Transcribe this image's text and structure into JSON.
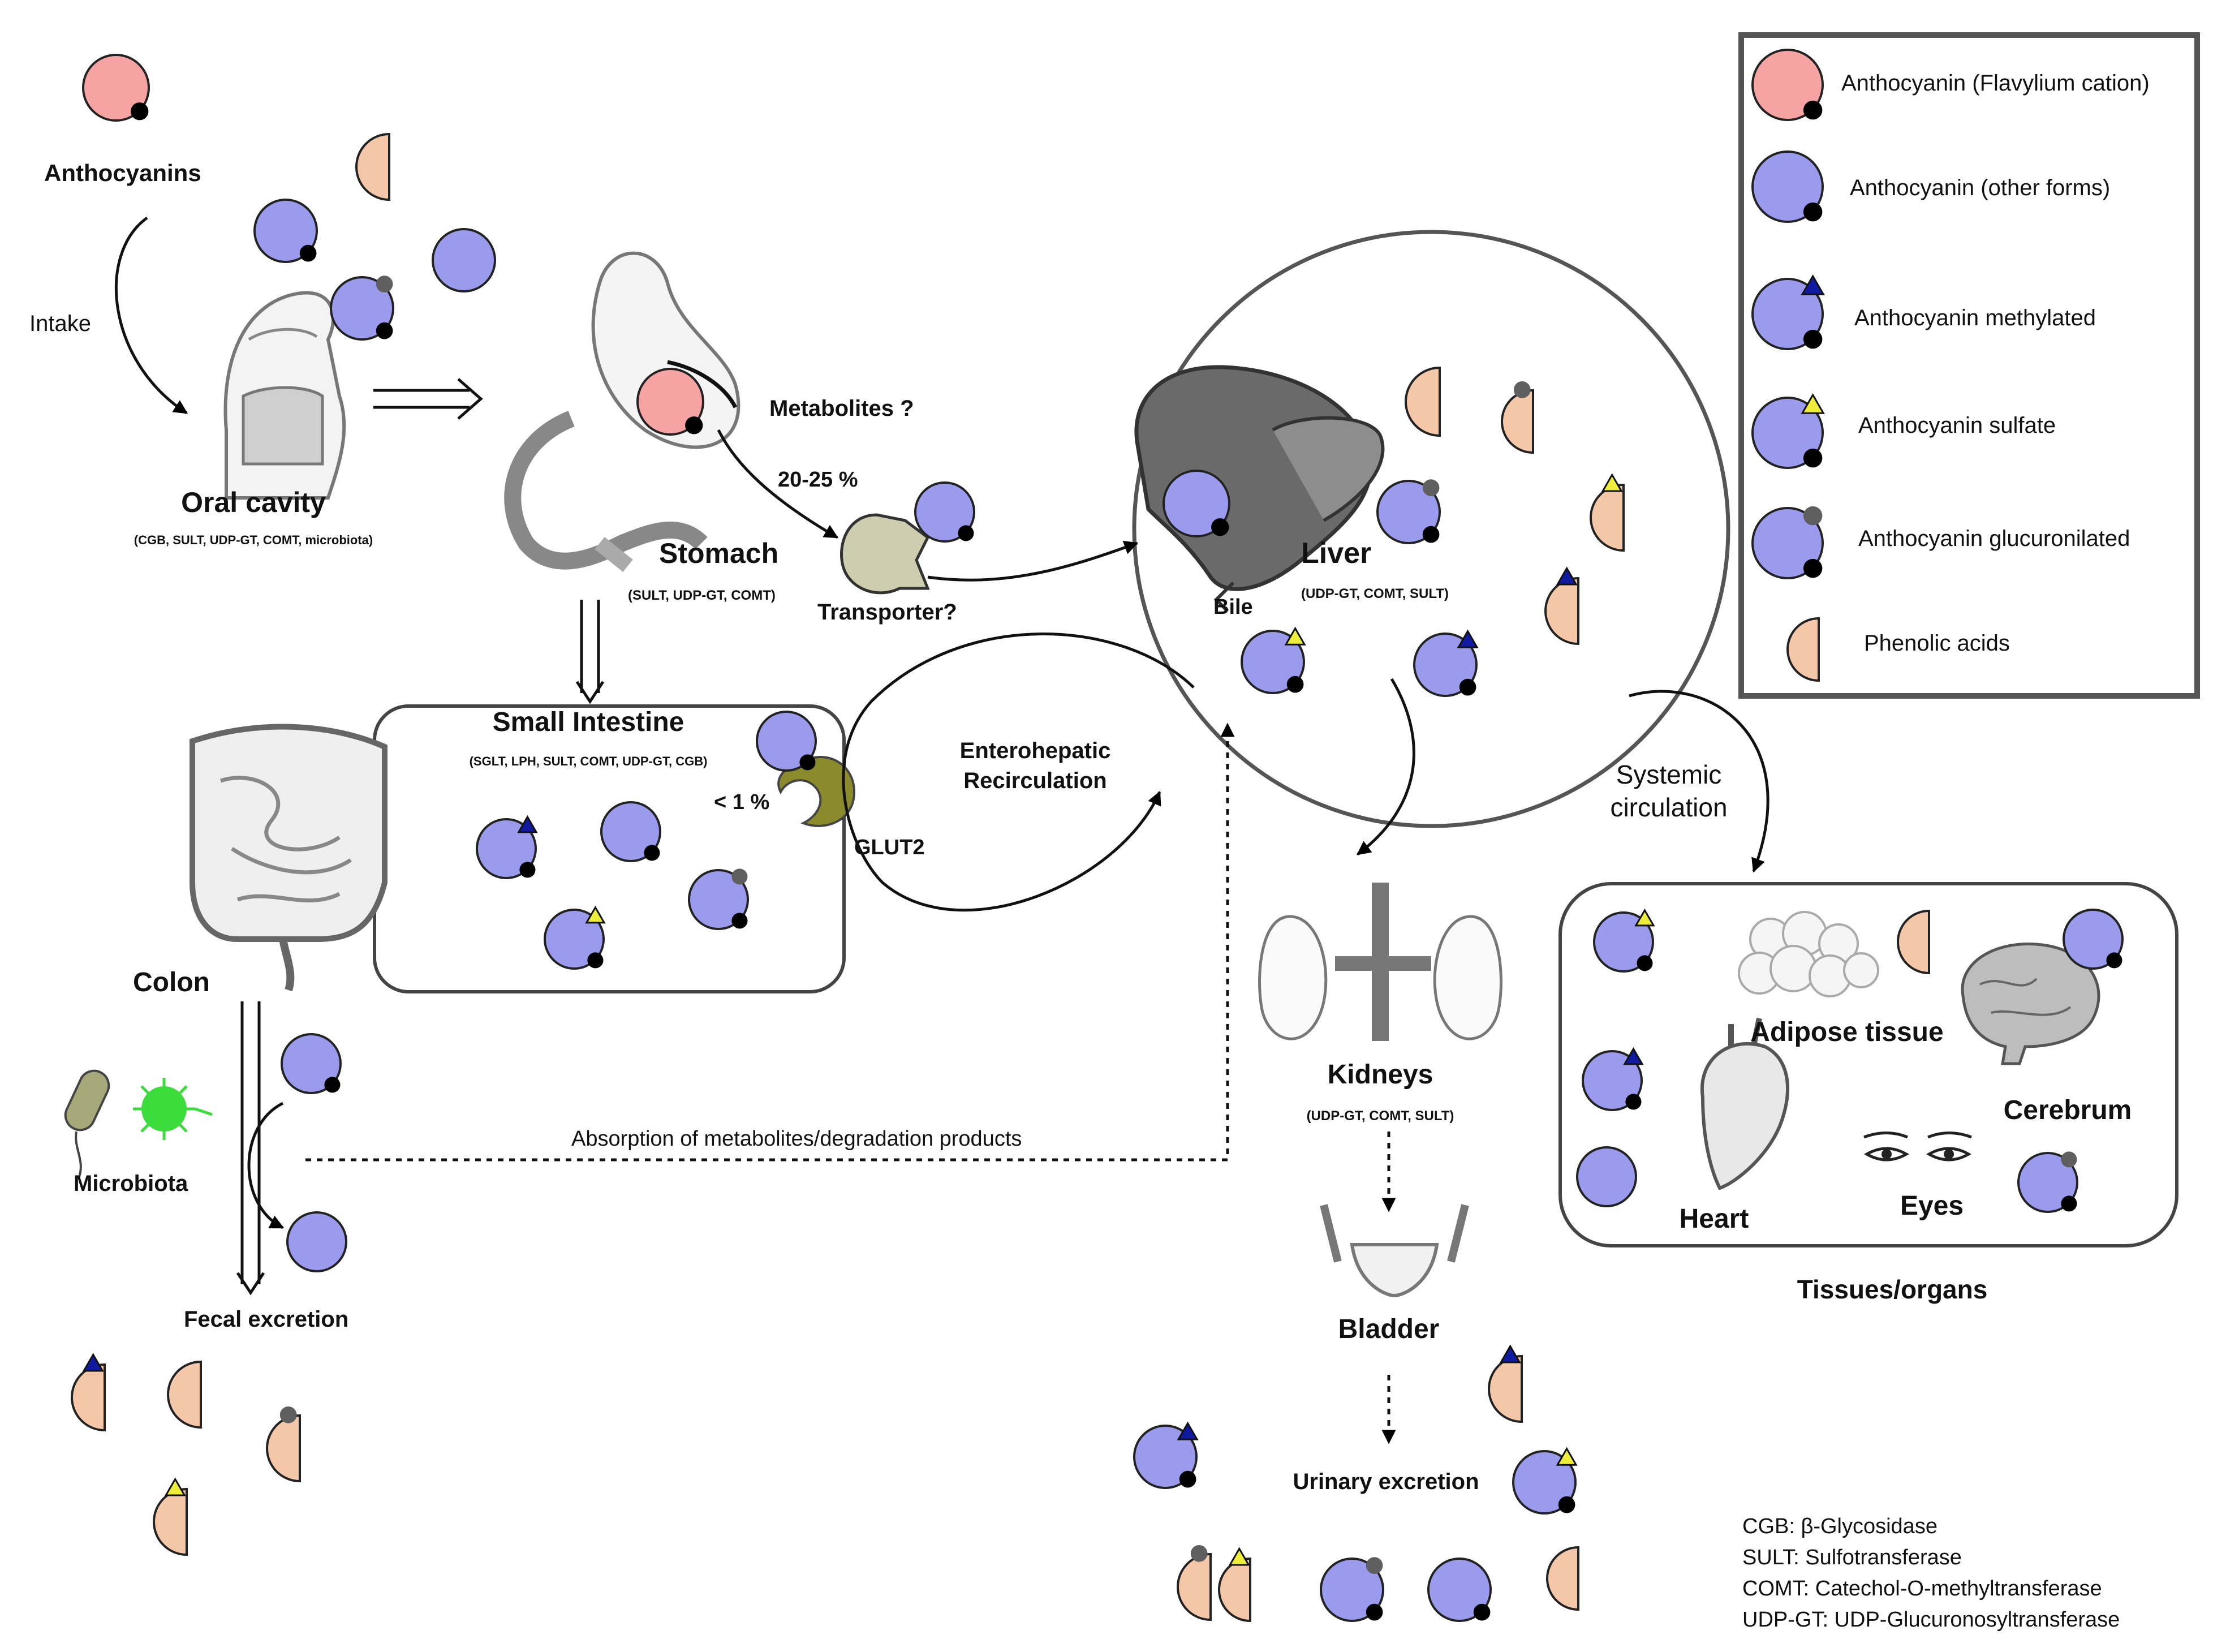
{
  "colors": {
    "flavylium": "#f5a3a3",
    "anthocyanin": "#9b9bee",
    "phenolic": "#f3c7a8",
    "methyl": "#0f1aa0",
    "sulfate": "#eded3a",
    "glucuronide": "#5f5f5f",
    "dot": "#000000",
    "transporter": "#cfcdb0",
    "glut2": "#8b8b2e",
    "microbe_green": "#3cdc3c",
    "microbe_olive": "#a6a87a",
    "organ_gray": "#8a8a8a"
  },
  "labels": {
    "anthocyanins": "Anthocyanins",
    "intake": "Intake",
    "oral_cavity": "Oral cavity",
    "oral_enzymes": "(CGB, SULT, UDP-GT, COMT, microbiota)",
    "metabolites_q": "Metabolites ?",
    "pct_20_25": "20-25 %",
    "stomach": "Stomach",
    "stomach_enzymes": "(SULT, UDP-GT, COMT)",
    "transporter_q": "Transporter?",
    "liver": "Liver",
    "liver_enzymes": "(UDP-GT, COMT, SULT)",
    "bile": "Bile",
    "small_intestine": "Small Intestine",
    "si_enzymes": "(SGLT, LPH, SULT, COMT, UDP-GT, CGB)",
    "lt_1": "< 1 %",
    "glut2": "GLUT2",
    "entero_1": "Enterohepatic",
    "entero_2": "Recirculation",
    "systemic_1": "Systemic",
    "systemic_2": "circulation",
    "colon": "Colon",
    "microbiota": "Microbiota",
    "absorption": "Absorption of metabolites/degradation products",
    "fecal": "Fecal excretion",
    "kidneys": "Kidneys",
    "kidney_enzymes": "(UDP-GT, COMT, SULT)",
    "bladder": "Bladder",
    "urinary": "Urinary excretion",
    "adipose": "Adipose tissue",
    "cerebrum": "Cerebrum",
    "heart": "Heart",
    "eyes": "Eyes",
    "tissues": "Tissues/organs"
  },
  "legend": [
    "Anthocyanin (Flavylium cation)",
    "Anthocyanin (other forms)",
    "Anthocyanin methylated",
    "Anthocyanin sulfate",
    "Anthocyanin glucuronilated",
    "Phenolic acids"
  ],
  "abbreviations": [
    "CGB: β-Glycosidase",
    "SULT: Sulfotransferase",
    "COMT: Catechol-O-methyltransferase",
    "UDP-GT: UDP-Glucuronosyltransferase"
  ]
}
